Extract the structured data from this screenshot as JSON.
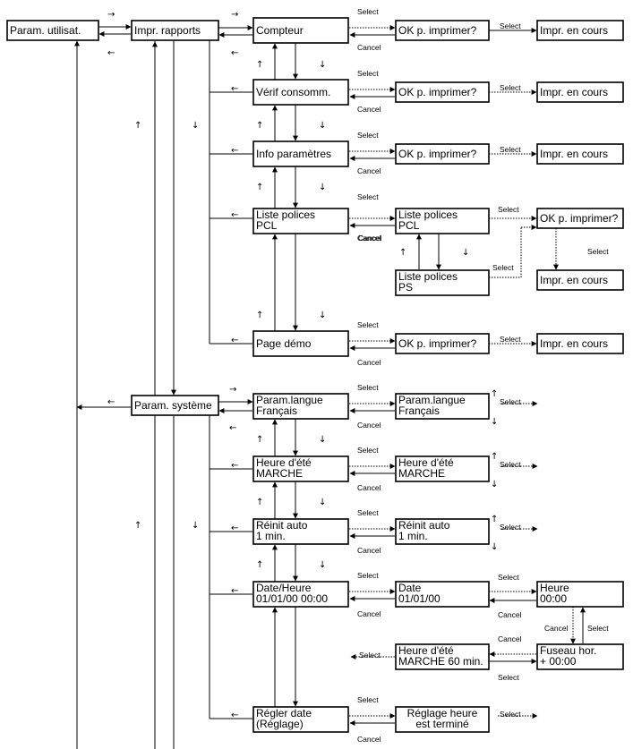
{
  "boxes": {
    "param_utilisat": [
      "Param. utilisat."
    ],
    "impr_rapports": [
      "Impr. rapports"
    ],
    "compteur": [
      "Compteur"
    ],
    "ok_compteur": [
      "OK p. imprimer?"
    ],
    "impr_compteur": [
      "Impr. en cours"
    ],
    "verif": [
      "Vérif consomm."
    ],
    "ok_verif": [
      "OK p. imprimer?"
    ],
    "impr_verif": [
      "Impr. en cours"
    ],
    "info": [
      "Info paramètres"
    ],
    "ok_info": [
      "OK p. imprimer?"
    ],
    "impr_info": [
      "Impr. en cours"
    ],
    "liste_pcl": [
      "Liste polices",
      "PCL"
    ],
    "liste_pcl2": [
      "Liste polices",
      "PCL"
    ],
    "liste_ps": [
      "Liste polices",
      "PS"
    ],
    "ok_liste": [
      "OK p. imprimer?"
    ],
    "impr_liste": [
      "Impr. en cours"
    ],
    "page_demo": [
      "Page démo"
    ],
    "ok_demo": [
      "OK p. imprimer?"
    ],
    "impr_demo": [
      "Impr. en cours"
    ],
    "param_systeme": [
      "Param. système"
    ],
    "langue": [
      "Param.langue",
      "Français"
    ],
    "langue2": [
      "Param.langue",
      "Français"
    ],
    "heure_ete": [
      "Heure d'été",
      "MARCHE"
    ],
    "heure_ete2": [
      "Heure d'été",
      "MARCHE"
    ],
    "reinit": [
      "Réinit auto",
      "1 min."
    ],
    "reinit2": [
      "Réinit auto",
      "1 min."
    ],
    "date_heure": [
      "Date/Heure",
      "01/01/00 00:00"
    ],
    "date": [
      "Date",
      "01/01/00"
    ],
    "heure": [
      "Heure",
      "00:00"
    ],
    "fuseau": [
      "Fuseau hor.",
      "+ 00:00"
    ],
    "heure_ete_60": [
      "Heure d'été",
      "MARCHE 60 min."
    ],
    "regler_date": [
      "Régler date",
      "(Réglage)"
    ],
    "reglage_termine": [
      "Réglage heure",
      "est terminé"
    ]
  },
  "labels": {
    "select": "Select",
    "cancel": "Cancel"
  },
  "arrows": {
    "up": "↑",
    "down": "↓",
    "left": "←",
    "right": "→"
  }
}
